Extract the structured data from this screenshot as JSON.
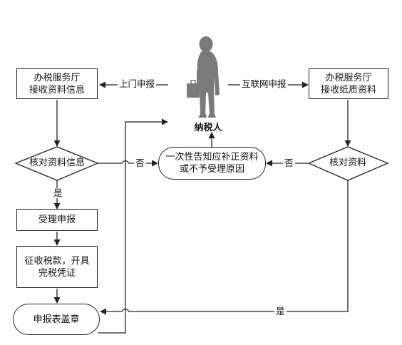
{
  "nodes": {
    "office_left_line1": "办税服务厅",
    "office_left_line2": "接收资料信息",
    "office_right_line1": "办税服务厅",
    "office_right_line2": "接收纸质资料",
    "check_info": "核对资料信息",
    "check_docs": "核对资料",
    "notify_line1": "一次性告知应补正资料",
    "notify_line2": "或不予受理原因",
    "accept": "受理申报",
    "collect_line1": "征收税款，开具",
    "collect_line2": "完税凭证",
    "stamp": "申报表盖章",
    "taxpayer": "纳税人"
  },
  "edge_labels": {
    "onsite": "上门申报",
    "internet": "互联网申报",
    "no_left": "否",
    "no_right": "否",
    "yes_down": "是",
    "yes_bottom": "是"
  },
  "colors": {
    "line": "#222222",
    "person": "#7a7a7a"
  }
}
